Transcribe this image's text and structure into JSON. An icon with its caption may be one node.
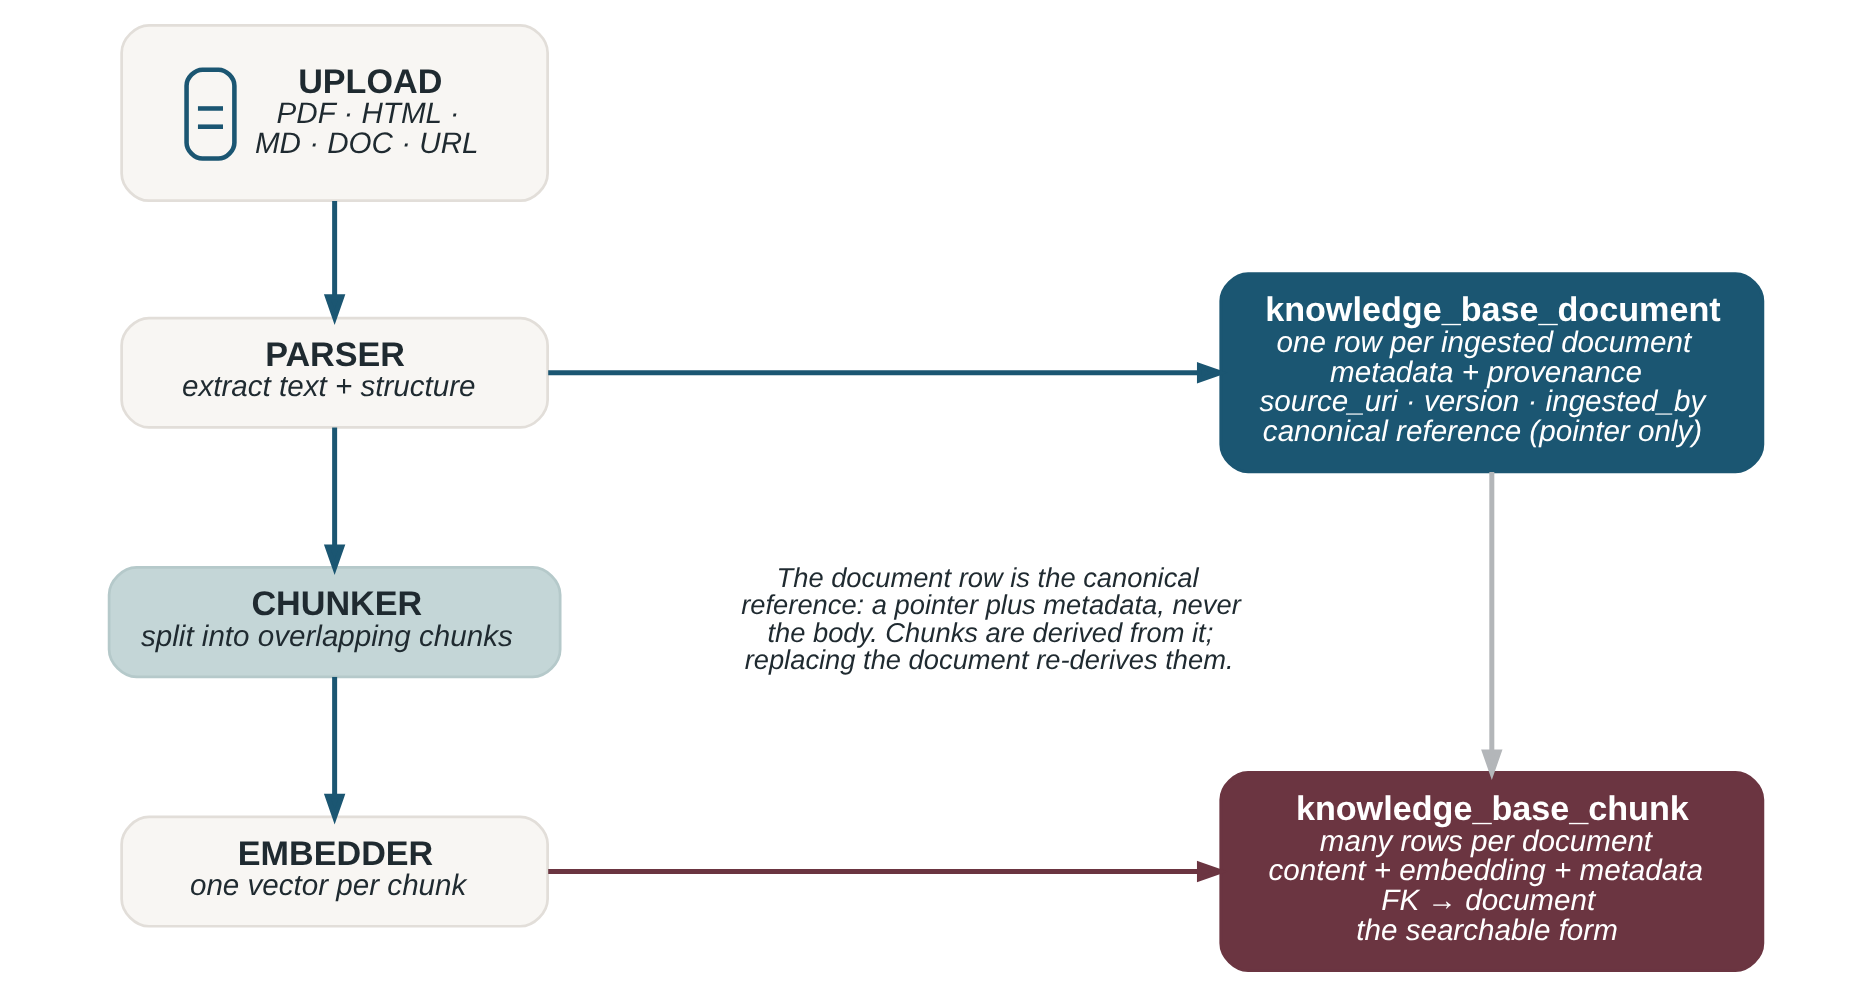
{
  "diagram": {
    "nodes": [
      {
        "text": [
          "UPLOAD",
          "PDF · HTML · MD · DOC · URL"
        ]
      },
      {
        "text": [
          "PARSER",
          "extract text + structure"
        ]
      },
      {
        "text": [
          "CHUNKER",
          "split into overlapping chunks"
        ]
      },
      {
        "text": [
          "EMBEDDER",
          "one vector per chunk"
        ]
      },
      {
        "text": [
          "knowledge_base_document",
          "one row per ingested document",
          "metadata + provenance",
          "source_uri · version · ingested_by",
          "canonical reference (pointer only)"
        ]
      },
      {
        "text": [
          "knowledge_base_chunk",
          "many rows per document",
          "content + embedding + metadata",
          "FK → document",
          "the searchable form"
        ]
      }
    ],
    "edges": [
      {
        "from": 0,
        "to": 1,
        "arrow": "to"
      },
      {
        "from": 1,
        "to": 2,
        "arrow": "to"
      },
      {
        "from": 2,
        "to": 3,
        "arrow": "to"
      },
      {
        "from": 1,
        "to": 4,
        "arrow": "to"
      },
      {
        "from": 4,
        "to": 5,
        "arrow": "to",
        "color": "#b3b6b9"
      },
      {
        "from": 3,
        "to": 5,
        "arrow": "to",
        "color": "#6b3541"
      }
    ],
    "labels": [
      "The document row is the canonical reference: a pointer plus metadata, never the body. Chunks are derived from it; replacing the document re-derives them."
    ]
  }
}
